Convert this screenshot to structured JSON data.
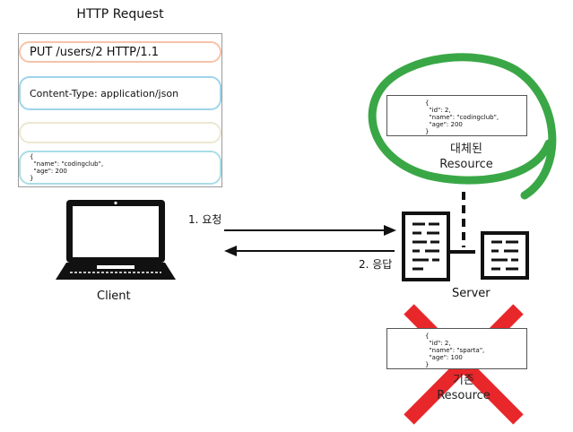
{
  "request": {
    "title": "HTTP Request",
    "method_line": "PUT /users/2 HTTP/1.1",
    "header_line": "Content-Type: application/json",
    "body_json": "{\n  \"name\": \"codingclub\",\n  \"age\": 200\n}"
  },
  "client": {
    "label": "Client"
  },
  "server": {
    "label": "Server"
  },
  "arrows": {
    "request_label": "1. 요청",
    "response_label": "2. 응답"
  },
  "new_resource": {
    "json": "{\n  \"id\": 2,\n  \"name\": \"codingclub\",\n  \"age\": 200\n}",
    "caption_line1": "대체된",
    "caption_line2": "Resource"
  },
  "old_resource": {
    "json": "{\n  \"id\": 2,\n  \"name\": \"sparta\",\n  \"age\": 100\n}",
    "caption_line1": "기존",
    "caption_line2": "Resource"
  },
  "colors": {
    "highlight_circle": "#3aa746",
    "cross": "#e8272b",
    "method_outline": "#f6c3a9",
    "header_outline": "#9fd3ea",
    "empty_outline": "#ece7cf",
    "body_outline": "#a9dde6"
  }
}
